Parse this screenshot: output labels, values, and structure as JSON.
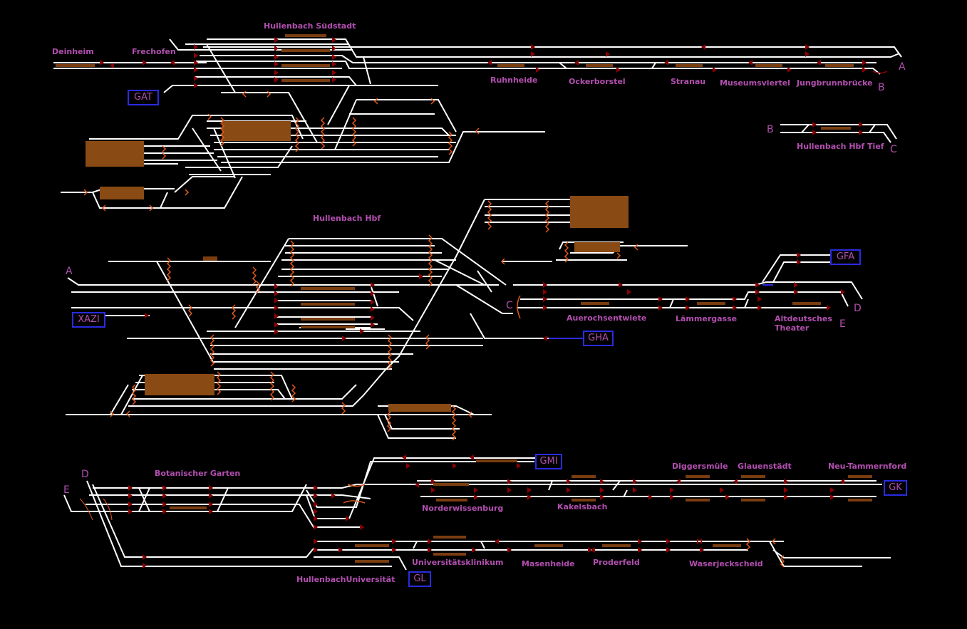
{
  "stations": {
    "deinheim": "Deinheim",
    "frechofen": "Frechofen",
    "suedstadt": "Hullenbach Südstadt",
    "ruhnheide": "Ruhnheide",
    "ockerborstel": "Ockerborstel",
    "stranau": "Stranau",
    "museumsviertel": "Museumsviertel",
    "jungbrunnbruecke": "Jungbrunnbrücke",
    "hbf_tief": "Hullenbach Hbf Tief",
    "hbf": "Hullenbach Hbf",
    "auerochsentwiete": "Auerochsentwiete",
    "laemmergasse": "Lämmergasse",
    "altdeutsches_1": "Altdeutsches",
    "altdeutsches_2": "Theater",
    "botanischer_garten": "Botanischer Garten",
    "norderwissenburg": "Norderwissenburg",
    "kakelsbach": "Kakelsbach",
    "diggersmuele": "Diggersmüle",
    "glauenstaedt": "Glauenstädt",
    "neu_tammernford": "Neu-Tammernford",
    "universitaetsklinikum": "Universitätsklinikum",
    "masenheide": "Masenheide",
    "proderfeld": "Proderfeld",
    "waserjeckscheid": "Waserjeckscheid",
    "universitaet": "HullenbachUniversität"
  },
  "connectors": {
    "a_top": "A",
    "b_top": "B",
    "b_left": "B",
    "c_right": "C",
    "a_left": "A",
    "c_left": "C",
    "d_right": "D",
    "e_right": "E",
    "d_left": "D",
    "e_left": "E"
  },
  "portals": {
    "gat": "GAT",
    "xazi": "XAZI",
    "gha": "GHA",
    "gfa": "GFA",
    "gmi": "GMI",
    "gk": "GK",
    "gl": "GL"
  },
  "colors": {
    "background": "#000000",
    "track": "#ffffff",
    "label": "#b24fb0",
    "signal": "#8b0000",
    "switch": "#e0581a",
    "platform": "#7a3d10",
    "portal_border": "#2b2be0"
  }
}
